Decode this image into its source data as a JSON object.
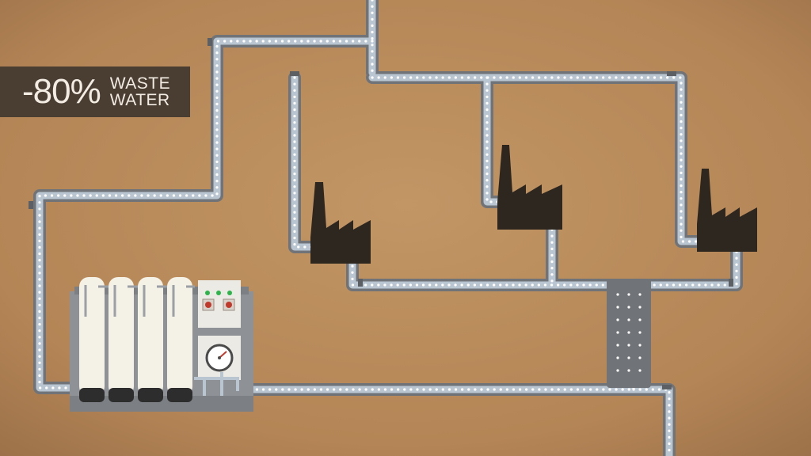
{
  "stat": {
    "value": "-80%",
    "line1": "WASTE",
    "line2": "WATER"
  },
  "colors": {
    "background": "#b9895a",
    "pipe_outer": "#707478",
    "pipe_inner": "#b9c6d2",
    "pipe_dots": "#ffffff",
    "factory": "#2e2720",
    "banner": "#4a3e33",
    "banner_text": "#f2ece3",
    "tank": "#f4f1e7",
    "tank_base": "#2d2d2d",
    "indicator_light": "#2bb44a",
    "gauge_needle": "#c0392b"
  },
  "icons": [
    "factory-icon",
    "filter-tank-icon",
    "control-panel-icon",
    "pressure-gauge-icon"
  ]
}
